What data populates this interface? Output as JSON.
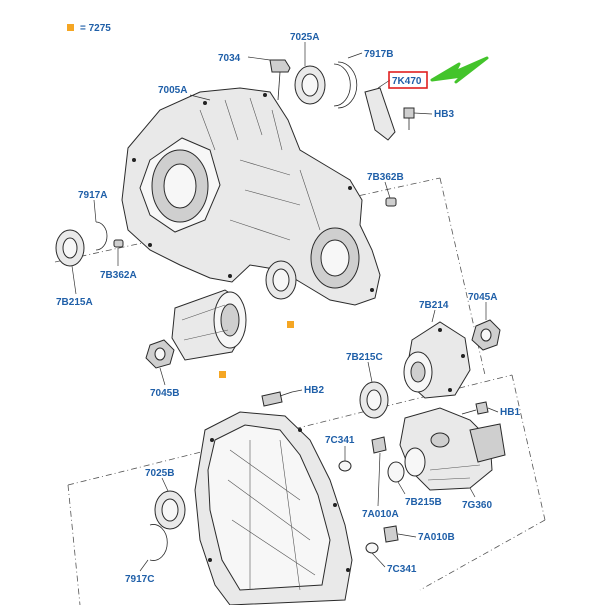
{
  "legend": {
    "marker_color": "#f5a623",
    "text": "= 7275"
  },
  "highlight": {
    "box_color": "#e02020",
    "arrow_color": "#43c42b"
  },
  "label_color": "#1f5fa8",
  "labels": {
    "p7034": "7034",
    "p7025A": "7025A",
    "p7917B": "7917B",
    "p7K470": "7K470",
    "pHB3": "HB3",
    "p7005A": "7005A",
    "p7B362B": "7B362B",
    "p7917A": "7917A",
    "p7B362A": "7B362A",
    "p7B215A": "7B215A",
    "p7B214": "7B214",
    "p7045A": "7045A",
    "p7B215C": "7B215C",
    "p7045B": "7045B",
    "pHB2": "HB2",
    "pHB1": "HB1",
    "p7C341a": "7C341",
    "p7025B": "7025B",
    "p7B215B": "7B215B",
    "p7A010A": "7A010A",
    "p7G360": "7G360",
    "p7A010B": "7A010B",
    "p7917C": "7917C",
    "p7C341b": "7C341"
  }
}
